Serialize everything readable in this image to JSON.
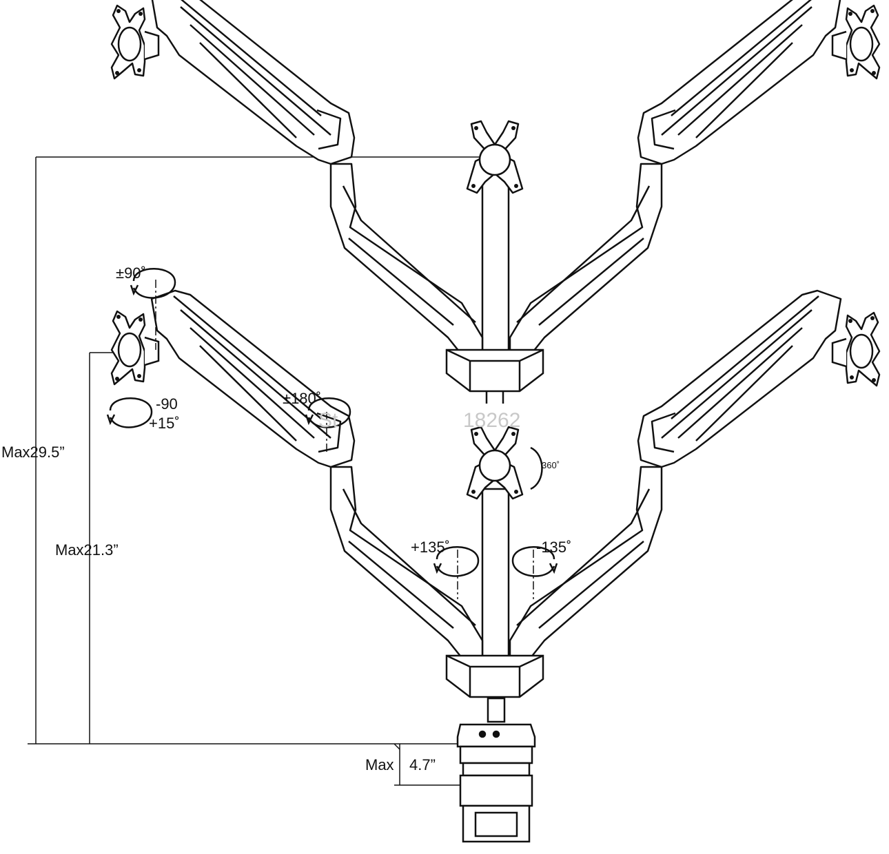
{
  "colors": {
    "line": "#111111",
    "background": "#ffffff",
    "watermark": "#c8c8c8"
  },
  "dimensions": {
    "max_height_upper": "Max29.5”",
    "max_height_lower": "Max21.3”",
    "max_clamp": "Max",
    "max_clamp_value": "4.7”"
  },
  "rotation_labels": {
    "rotate": "±90˚",
    "pan": "±180˚",
    "tilt_up": "-90",
    "tilt_down": "+15˚",
    "swivel": "360˚",
    "arm_left": "+135˚",
    "arm_right": "-135˚"
  },
  "watermark": {
    "left": "St",
    "right": "18262"
  },
  "icons": [
    "vesa-plate-icon",
    "rotation-arrow-icon",
    "clamp-base-icon"
  ]
}
